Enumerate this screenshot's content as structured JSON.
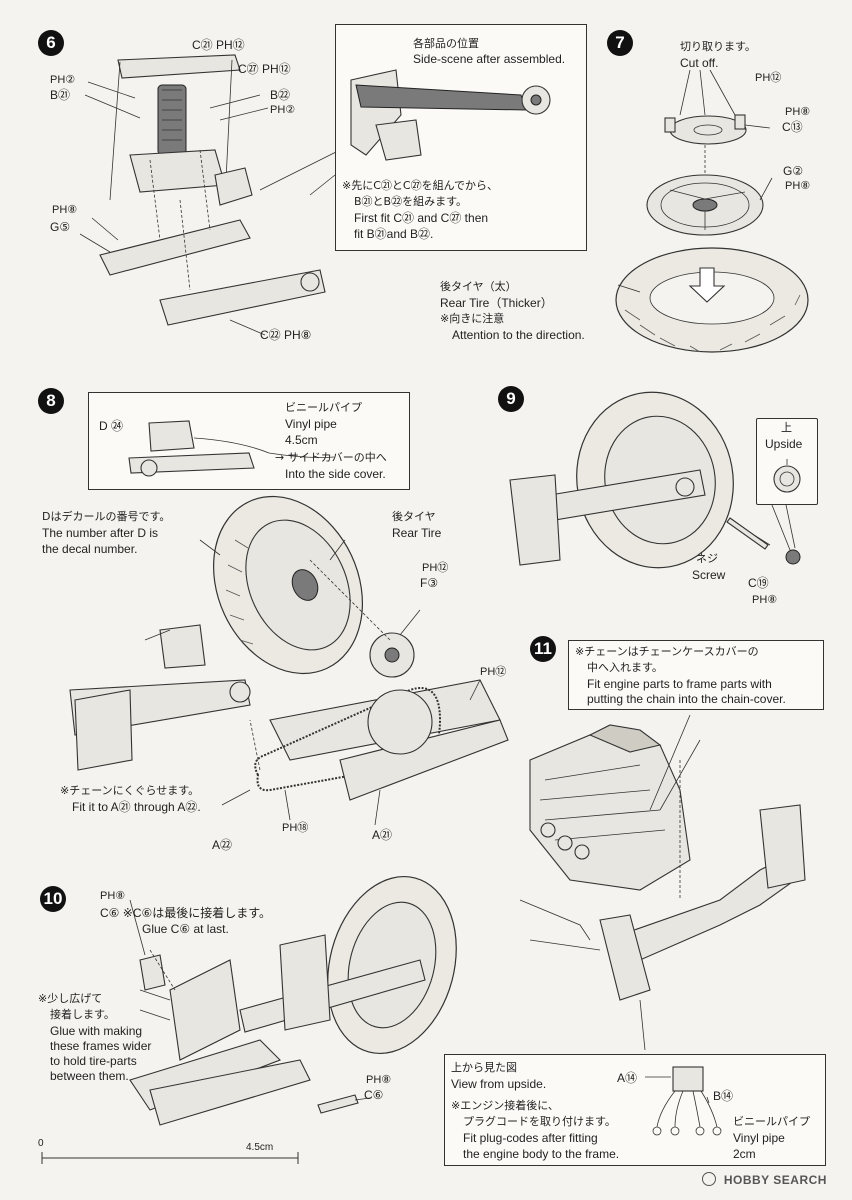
{
  "steps": {
    "s6": {
      "num": "6",
      "labels": {
        "c21_top": "C㉑ PH⑫",
        "c27": "C㉗ PH⑫",
        "ph2_left": "PH②",
        "b21_left": "B㉑",
        "b22_right": "B㉒",
        "ph2_right": "PH②",
        "ph8": "PH⑧",
        "g5": "G⑤",
        "c22": "C㉒ PH⑧"
      },
      "inset": {
        "jp_title": "各部品の位置",
        "en_title": "Side-scene after assembled.",
        "jp_note1": "※先にC㉑とC㉗を組んでから、",
        "jp_note2": "B㉑とB㉒を組みます。",
        "en_note1": "First fit C㉑ and C㉗ then",
        "en_note2": "fit B㉑and B㉒."
      }
    },
    "s7": {
      "num": "7",
      "jp_cut": "切り取ります。",
      "en_cut": "Cut off.",
      "ph12": "PH⑫",
      "ph8_a": "PH⑧",
      "c13": "C⑬",
      "g2": "G②",
      "ph8_b": "PH⑧",
      "jp_tire": "後タイヤ（太）",
      "en_tire": "Rear Tire（Thicker）",
      "jp_dir": "※向きに注意",
      "en_dir": "Attention to the direction."
    },
    "s8": {
      "num": "8",
      "inset": {
        "d24": "D ㉔",
        "jp_vinyl": "ビニールパイプ",
        "en_vinyl": "Vinyl pipe",
        "len": "4.5cm",
        "jp_side": "→ サイドカバーの中へ",
        "en_side": "Into the side cover."
      },
      "decal_jp": "Dはデカールの番号です。",
      "decal_en1": "The number after D is",
      "decal_en2": "the decal number.",
      "jp_rear": "後タイヤ",
      "en_rear": "Rear Tire",
      "ph12_a": "PH⑫",
      "f3": "F③",
      "ph12_b": "PH⑫",
      "jp_chain": "※チェーンにくぐらせます。",
      "en_chain": "Fit it to A㉑ through A㉒.",
      "a22": "A㉒",
      "ph18": "PH⑱",
      "a21": "A㉑"
    },
    "s9": {
      "num": "9",
      "jp_up": "上",
      "en_up": "Upside",
      "jp_screw": "ネジ",
      "en_screw": "Screw",
      "c19": "C⑲",
      "ph8": "PH⑧"
    },
    "s10": {
      "num": "10",
      "ph8_top": "PH⑧",
      "c6_note": "C⑥ ※C⑥は最後に接着します。",
      "en_c6": "Glue C⑥ at last.",
      "jp_widen1": "※少し広げて",
      "jp_widen2": "接着します。",
      "en_widen1": "Glue with making",
      "en_widen2": "these frames wider",
      "en_widen3": "to hold tire-parts",
      "en_widen4": "between them.",
      "ph8_bottom": "PH⑧",
      "c6_bottom": "C⑥"
    },
    "s11": {
      "num": "11",
      "jp_chain1": "※チェーンはチェーンケースカバーの",
      "jp_chain2": "中へ入れます。",
      "en_chain1": "Fit engine parts to frame parts with",
      "en_chain2": "putting the chain into the chain-cover.",
      "inset": {
        "jp_top": "上から見た図",
        "en_top": "View from upside.",
        "a14": "A⑭",
        "b14": "B⑭",
        "jp_plug1": "※エンジン接着後に、",
        "jp_plug2": "プラグコードを取り付けます。",
        "en_plug1": "Fit plug-codes after fitting",
        "en_plug2": "the engine body to the frame.",
        "jp_vinyl": "ビニールパイプ",
        "en_vinyl": "Vinyl pipe",
        "len": "2cm"
      }
    }
  },
  "scale": {
    "zero": "0",
    "len": "4.5cm"
  },
  "watermark": "HOBBY SEARCH",
  "colors": {
    "ink": "#222222",
    "paper": "#f4f3ef"
  }
}
